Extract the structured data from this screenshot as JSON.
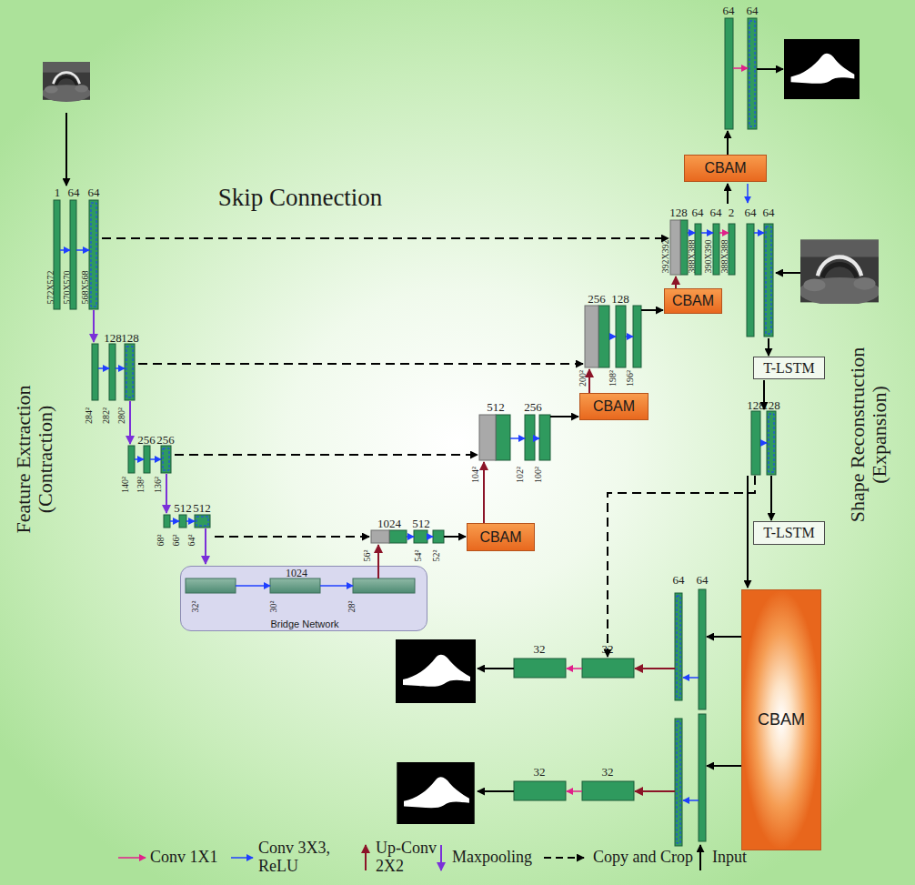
{
  "diagram": {
    "nodes": [
      {
        "text": [
          "CBAM"
        ]
      },
      {
        "text": [
          "CBAM"
        ]
      },
      {
        "text": [
          "T-LSTM"
        ]
      },
      {
        "text": [
          "CBAM"
        ]
      },
      {
        "text": [
          "T-LSTM"
        ]
      },
      {
        "text": [
          "CBAM"
        ]
      },
      {
        "text": [
          "1024",
          "32²",
          "30²",
          "28²",
          "Bridge Network"
        ]
      },
      {
        "text": [
          "CBAM"
        ]
      }
    ],
    "labels": [
      "Skip Connection",
      "Feature Extraction (Contraction)",
      "Shape Reconstruction (Expansion)",
      "1",
      "64",
      "64",
      "572X572",
      "570X570",
      "568X568",
      "128",
      "128",
      "284²",
      "282²",
      "280²",
      "256",
      "256",
      "140²",
      "138²",
      "136²",
      "512",
      "512",
      "68²",
      "66²",
      "64²",
      "1024",
      "512",
      "56²",
      "54²",
      "52²",
      "512",
      "256",
      "104²",
      "102²",
      "100²",
      "256",
      "128",
      "200²",
      "198²",
      "196²",
      "128",
      "64",
      "64",
      "2",
      "64",
      "64",
      "392X392",
      "388X388",
      "390X390",
      "388X388",
      "64",
      "64",
      "128",
      "128",
      "64",
      "64",
      "32",
      "32",
      "32",
      "32"
    ],
    "legend": [
      {
        "text": "Conv 1X1"
      },
      {
        "text": "Conv 3X3, ReLU"
      },
      {
        "text": "Up-Conv 2X2"
      },
      {
        "text": "Maxpooling"
      },
      {
        "text": "Copy and Crop"
      },
      {
        "text": "Input"
      }
    ]
  }
}
